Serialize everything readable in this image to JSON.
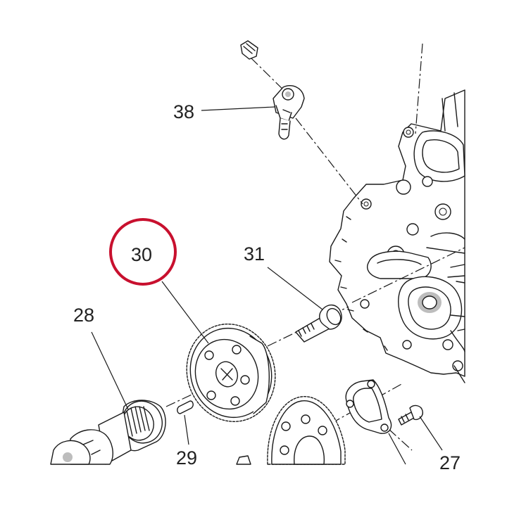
{
  "diagram": {
    "callouts": [
      {
        "id": "27",
        "label": "27"
      },
      {
        "id": "28",
        "label": "28"
      },
      {
        "id": "29",
        "label": "29"
      },
      {
        "id": "30",
        "label": "30"
      },
      {
        "id": "31",
        "label": "31"
      },
      {
        "id": "38",
        "label": "38"
      }
    ],
    "highlighted_callout": "30",
    "colors": {
      "highlight_ring": "#c8102e",
      "line": "#1a1a1a",
      "label": "#222222",
      "background": "#ffffff"
    }
  }
}
